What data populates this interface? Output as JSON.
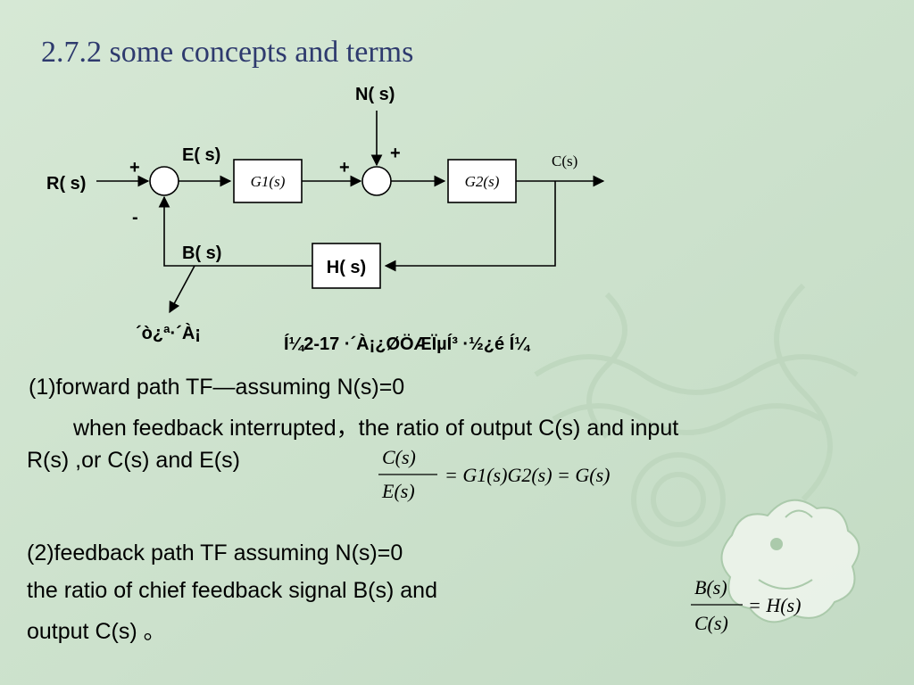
{
  "slide": {
    "title": "2.7.2 some concepts and terms",
    "accent_color": "#2e3a6e",
    "background_color": "#cfe3cf"
  },
  "diagram": {
    "input_label": "R( s)",
    "noise_label": "N( s)",
    "error_label": "E( s)",
    "feedback_label": "B( s)",
    "output_label": "C(s)",
    "block_g1": "G1(s)",
    "block_g2": "G2(s)",
    "block_h": "H( s)",
    "sum1_plus": "+",
    "sum1_minus": "-",
    "sum2_plus_left": "+",
    "sum2_plus_top": "+",
    "garbled_label_left": "´ò¿ª·´À¡",
    "garbled_caption": "Í¼2-17 ·´À¡¿ØÖÆÏµÍ³ ·½¿é Í¼"
  },
  "text": {
    "p1_line1": "(1)forward path TF—assuming N(s)=0",
    "p1_line2": "when feedback interrupted，the ratio of output C(s) and input",
    "p1_line3": "R(s) ,or C(s) and E(s)",
    "p2_line1": "(2)feedback path TF assuming  N(s)=0",
    "p2_line2": " the ratio of chief feedback signal B(s) and",
    "p2_line3": "output  C(s) 。"
  },
  "equations": {
    "eq1": {
      "numerator": "C(s)",
      "denominator": "E(s)",
      "rhs": "= G1(s)G2(s) = G(s)"
    },
    "eq2": {
      "numerator": "B(s)",
      "denominator": "C(s)",
      "rhs": "= H(s)"
    }
  }
}
